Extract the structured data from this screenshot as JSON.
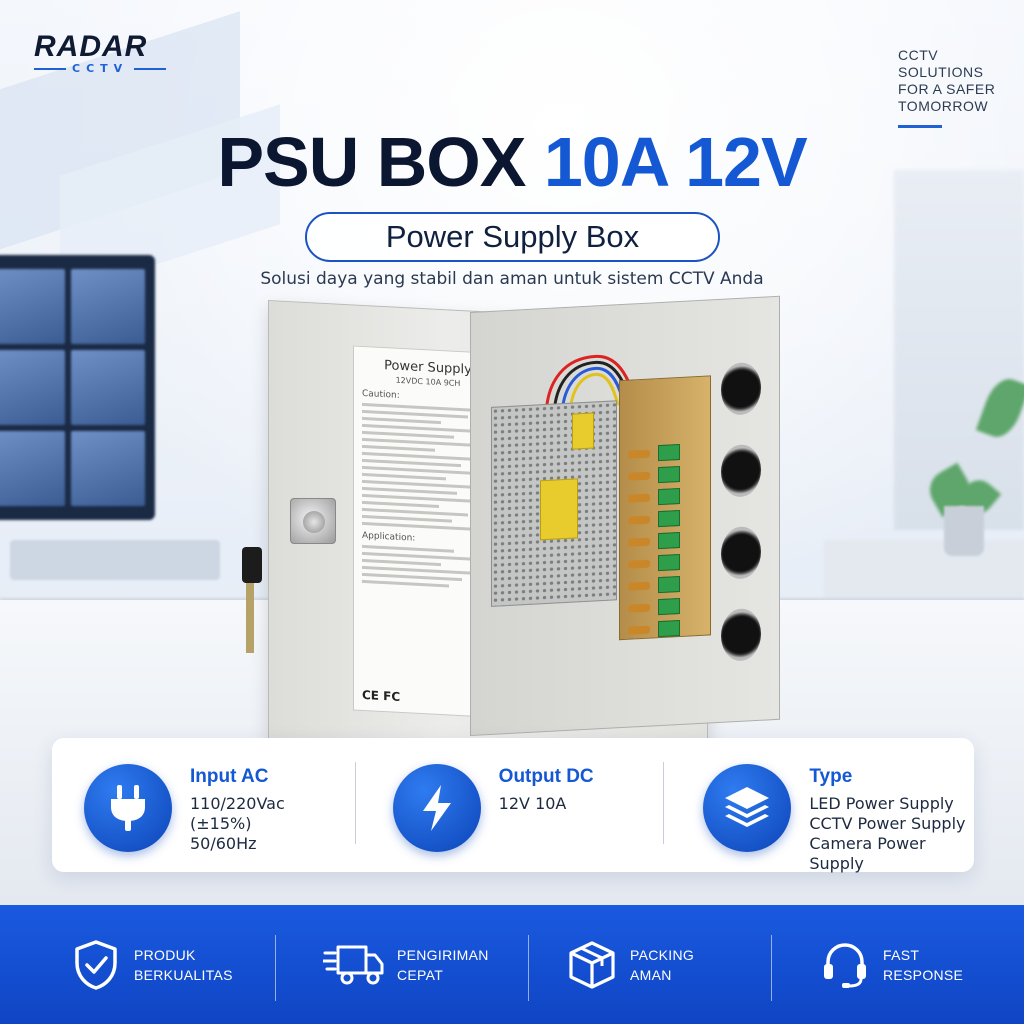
{
  "brand": {
    "name": "RADAR",
    "sub": "CCTV",
    "tagline": [
      "CCTV",
      "SOLUTIONS",
      "FOR A SAFER",
      "TOMORROW"
    ]
  },
  "hero": {
    "title_dark": "PSU BOX",
    "title_blue": "10A 12V",
    "pill": "Power Supply Box",
    "subtitle": "Solusi daya yang stabil dan aman untuk sistem CCTV Anda"
  },
  "product_label": {
    "heading": "Power Supply",
    "model": "12VDC 10A 9CH",
    "caution": "Caution:",
    "application": "Application:",
    "certs": "CE FC"
  },
  "specs": [
    {
      "icon": "plug-icon",
      "label": "Input AC",
      "value": "110/220Vac\n(±15%)\n50/60Hz"
    },
    {
      "icon": "lightning-icon",
      "label": "Output DC",
      "value": "12V 10A"
    },
    {
      "icon": "layers-icon",
      "label": "Type",
      "value": "LED Power Supply\nCCTV Power Supply\nCamera Power Supply"
    }
  ],
  "features": [
    {
      "icon": "shield-check-icon",
      "line1": "PRODUK",
      "line2": "BERKUALITAS"
    },
    {
      "icon": "delivery-truck-icon",
      "line1": "PENGIRIMAN",
      "line2": "CEPAT"
    },
    {
      "icon": "package-box-icon",
      "line1": "PACKING",
      "line2": "AMAN"
    },
    {
      "icon": "headset-icon",
      "line1": "FAST",
      "line2": "RESPONSE"
    }
  ],
  "colors": {
    "brand_blue": "#1458d4",
    "dark_navy": "#0b1631",
    "banner_blue": "#1a5ae0"
  }
}
